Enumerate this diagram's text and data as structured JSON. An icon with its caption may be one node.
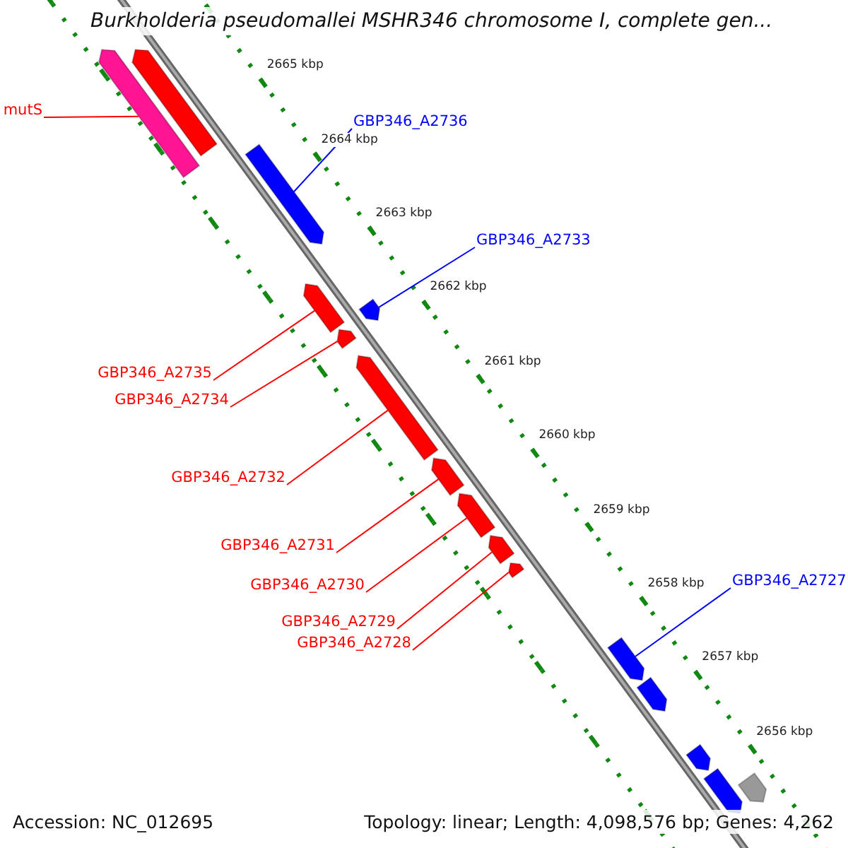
{
  "diagram": {
    "title": "Burkholderia pseudomallei MSHR346 chromosome I, complete gen...",
    "nodes": [
      {
        "text": [
          "mutS"
        ]
      },
      {
        "text": [
          "GBP346_A2736"
        ]
      },
      {
        "text": [
          "GBP346_A2733"
        ]
      },
      {
        "text": [
          "GBP346_A2735"
        ]
      },
      {
        "text": [
          "GBP346_A2734"
        ]
      },
      {
        "text": [
          "GBP346_A2732"
        ]
      },
      {
        "text": [
          "GBP346_A2731"
        ]
      },
      {
        "text": [
          "GBP346_A2730"
        ]
      },
      {
        "text": [
          "GBP346_A2729"
        ]
      },
      {
        "text": [
          "GBP346_A2728"
        ]
      },
      {
        "text": [
          "GBP346_A2727"
        ]
      },
      {
        "text": [],
        "shape": "arrow"
      },
      {
        "text": [],
        "shape": "arrow"
      },
      {
        "text": [],
        "shape": "arrow"
      },
      {
        "text": [],
        "shape": "arrow"
      },
      {
        "text": [],
        "shape": "arrow"
      },
      {
        "text": [],
        "shape": "arrow"
      },
      {
        "text": [],
        "shape": "arrow"
      },
      {
        "text": [],
        "shape": "arrow"
      },
      {
        "text": [],
        "shape": "arrow"
      },
      {
        "text": [],
        "shape": "arrow"
      },
      {
        "text": [],
        "shape": "arrow"
      },
      {
        "text": [],
        "shape": "arrow"
      },
      {
        "text": [],
        "shape": "arrow"
      },
      {
        "text": [],
        "shape": "arrow"
      },
      {
        "text": [],
        "shape": "arrow"
      },
      {
        "text": [],
        "shape": "arrow"
      }
    ],
    "edges": [
      {
        "from": 0,
        "to": 11,
        "arrow": "none"
      },
      {
        "from": 1,
        "to": 13,
        "arrow": "none",
        "color": "#0000ff"
      },
      {
        "from": 2,
        "to": 15,
        "arrow": "none",
        "color": "#0000ff"
      },
      {
        "from": 3,
        "to": 14,
        "arrow": "none"
      },
      {
        "from": 4,
        "to": 16,
        "arrow": "none"
      },
      {
        "from": 5,
        "to": 17,
        "arrow": "none"
      },
      {
        "from": 6,
        "to": 18,
        "arrow": "none"
      },
      {
        "from": 7,
        "to": 19,
        "arrow": "none"
      },
      {
        "from": 8,
        "to": 20,
        "arrow": "none"
      },
      {
        "from": 9,
        "to": 21,
        "arrow": "none"
      },
      {
        "from": 10,
        "to": 22,
        "arrow": "none",
        "color": "#0000ff"
      }
    ],
    "labels": [
      "2665 kbp",
      "2664 kbp",
      "2663 kbp",
      "2662 kbp",
      "2661 kbp",
      "2660 kbp",
      "2659 kbp",
      "2658 kbp",
      "2657 kbp",
      "2656 kbp",
      "Accession: NC_012695",
      "Topology: linear; Length: 4,098,576 bp; Genes: 4,262"
    ]
  }
}
